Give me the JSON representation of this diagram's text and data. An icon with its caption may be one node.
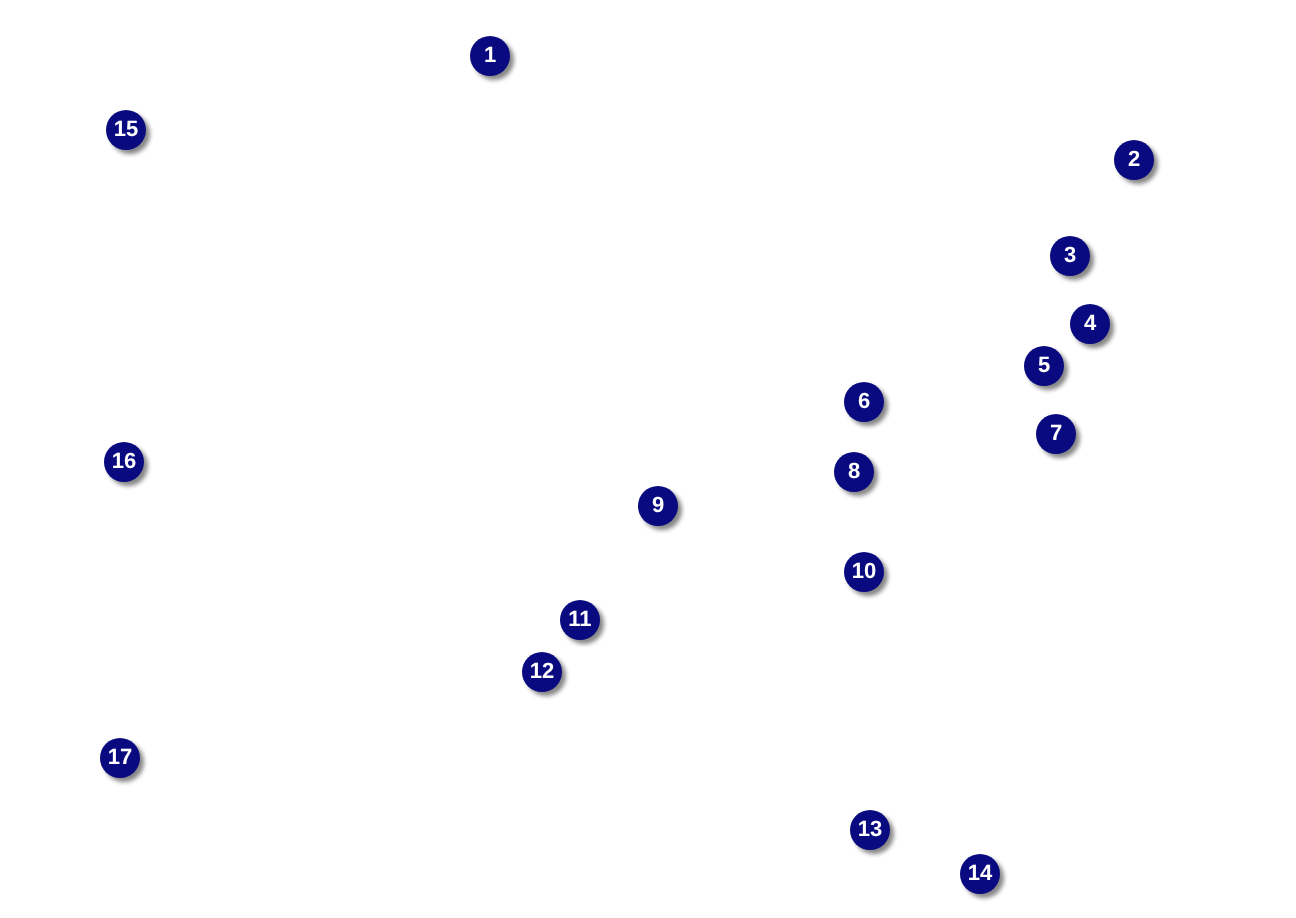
{
  "diagram": {
    "nodes": [
      {
        "text": [
          "1"
        ]
      },
      {
        "text": [
          "2"
        ]
      },
      {
        "text": [
          "3"
        ]
      },
      {
        "text": [
          "4"
        ]
      },
      {
        "text": [
          "5"
        ]
      },
      {
        "text": [
          "6"
        ]
      },
      {
        "text": [
          "7"
        ]
      },
      {
        "text": [
          "8"
        ]
      },
      {
        "text": [
          "9"
        ]
      },
      {
        "text": [
          "10"
        ]
      },
      {
        "text": [
          "11"
        ]
      },
      {
        "text": [
          "12"
        ]
      },
      {
        "text": [
          "13"
        ]
      },
      {
        "text": [
          "14"
        ]
      },
      {
        "text": [
          "15"
        ]
      },
      {
        "text": [
          "16"
        ]
      },
      {
        "text": [
          "17"
        ]
      }
    ]
  }
}
